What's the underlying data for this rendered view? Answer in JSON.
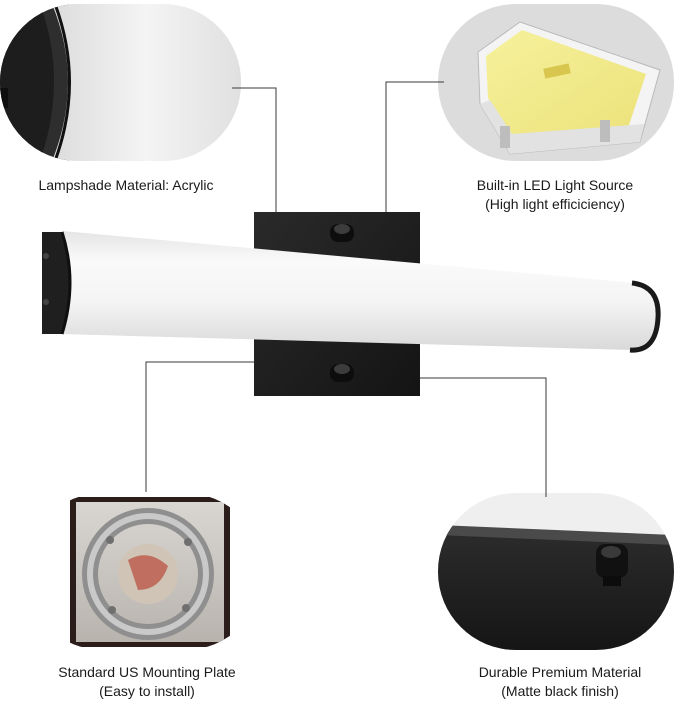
{
  "features": {
    "lampshade": {
      "line1": "Lampshade Material: Acrylic",
      "line2": ""
    },
    "led": {
      "line1": "Built-in LED Light Source",
      "line2": "(High light efficiciency)"
    },
    "plate": {
      "line1": "Standard US Mounting Plate",
      "line2": "(Easy to install)"
    },
    "material": {
      "line1": "Durable Premium Material",
      "line2": "(Matte black finish)"
    }
  },
  "colors": {
    "background": "#ffffff",
    "fixture_black": "#1f1f1f",
    "acrylic_white": "#f2f2f2",
    "led_yellow": "#f2ec8c",
    "callout_bg": "#e6e6e6"
  }
}
